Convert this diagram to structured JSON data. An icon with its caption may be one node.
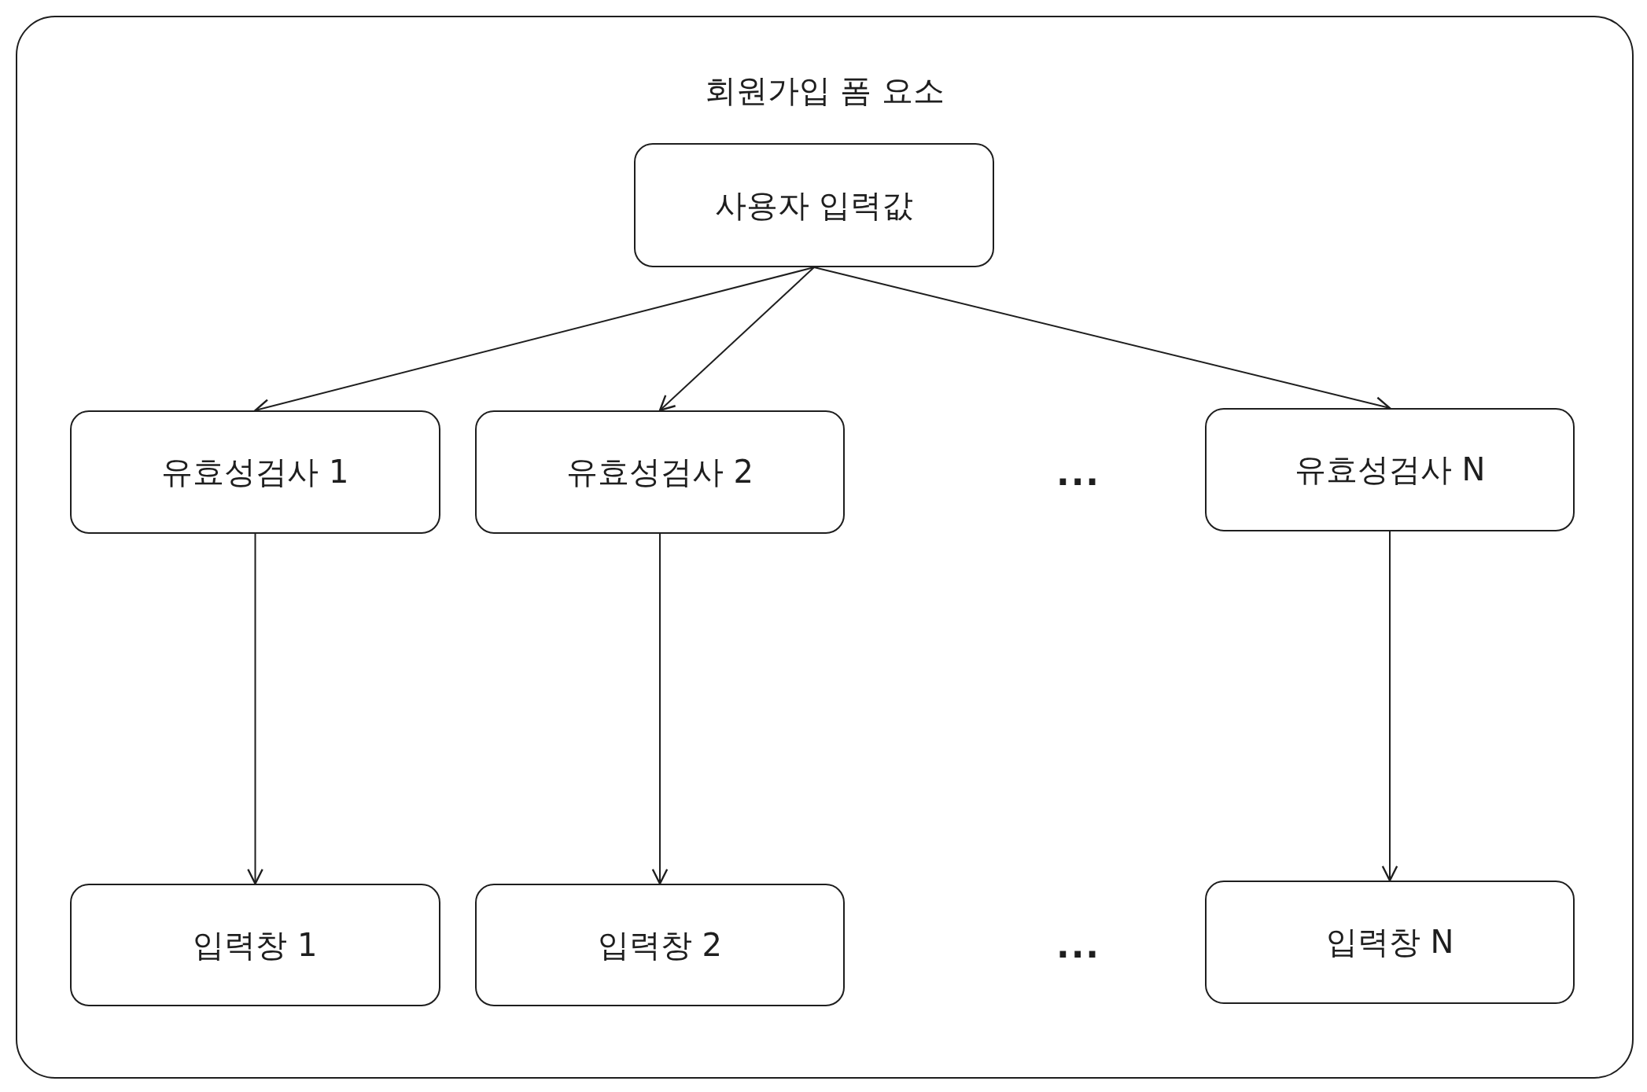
{
  "diagram": {
    "nodes": [
      {
        "text": [
          "회원가입 폼 요소"
        ]
      },
      {
        "text": [
          "사용자 입력값"
        ],
        "in": 0
      },
      {
        "text": [
          "유효성검사 1"
        ],
        "in": 0
      },
      {
        "text": [
          "유효성검사 2"
        ],
        "in": 0
      },
      {
        "text": [
          "유효성검사 N"
        ],
        "in": 0
      },
      {
        "text": [
          "입력창 1"
        ],
        "in": 0
      },
      {
        "text": [
          "입력창 2"
        ],
        "in": 0
      },
      {
        "text": [
          "입력창 N"
        ],
        "in": 0
      }
    ],
    "edges": [
      {
        "from": 1,
        "to": 2,
        "arrow": "to"
      },
      {
        "from": 1,
        "to": 3,
        "arrow": "to"
      },
      {
        "from": 1,
        "to": 4,
        "arrow": "to"
      },
      {
        "from": 2,
        "to": 5,
        "arrow": "to"
      },
      {
        "from": 3,
        "to": 6,
        "arrow": "to"
      },
      {
        "from": 4,
        "to": 7,
        "arrow": "to"
      }
    ],
    "labels": [
      "···",
      "···"
    ]
  }
}
